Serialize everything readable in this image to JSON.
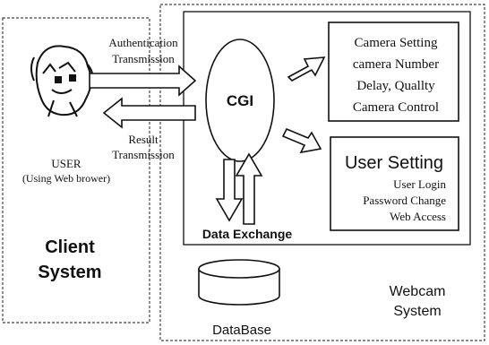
{
  "client": {
    "user_label": "USER",
    "user_sub": "(Using Web brower)",
    "system_line1": "Client",
    "system_line2": "System"
  },
  "arrows": {
    "auth_line1": "Authentication",
    "auth_line2": "Transmission",
    "result_line1": "Result",
    "result_line2": "Transmission"
  },
  "cgi": {
    "label": "CGI"
  },
  "camera_box": {
    "lines": [
      "Camera Setting",
      "camera Number",
      "Delay, Quallty",
      "Camera Control"
    ]
  },
  "user_box": {
    "title": "User Setting",
    "lines": [
      "User Login",
      "Password Change",
      "Web Access"
    ]
  },
  "data_exchange": {
    "label": "Data Exchange"
  },
  "database": {
    "label": "DataBase"
  },
  "webcam": {
    "line1": "Webcam",
    "line2": "System"
  },
  "icons": {
    "user": "user-face-icon",
    "database": "database-cylinder-icon"
  }
}
